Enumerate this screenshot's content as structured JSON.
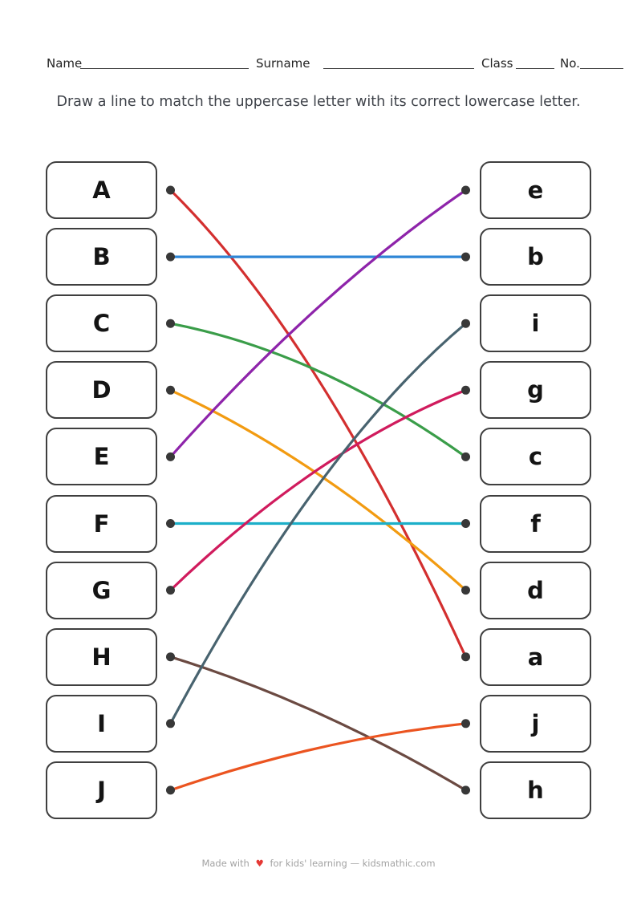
{
  "header": {
    "name_label": "Name",
    "surname_label": "Surname",
    "class_label": "Class",
    "no_label": "No."
  },
  "instruction": "Draw a line to match the uppercase letter with its correct lowercase letter.",
  "matching": {
    "left_items": [
      "A",
      "B",
      "C",
      "D",
      "E",
      "F",
      "G",
      "H",
      "I",
      "J"
    ],
    "right_items": [
      "e",
      "b",
      "i",
      "g",
      "c",
      "f",
      "d",
      "a",
      "j",
      "h"
    ],
    "connections": [
      {
        "from": "A",
        "to": "a",
        "color": "#d32f2f",
        "bow": -110
      },
      {
        "from": "B",
        "to": "b",
        "color": "#2e86d6",
        "bow": 0
      },
      {
        "from": "C",
        "to": "c",
        "color": "#3a9d49",
        "bow": -48
      },
      {
        "from": "D",
        "to": "d",
        "color": "#f29b11",
        "bow": -40
      },
      {
        "from": "E",
        "to": "e",
        "color": "#8e24aa",
        "bow": -40
      },
      {
        "from": "F",
        "to": "f",
        "color": "#1cafc9",
        "bow": 0
      },
      {
        "from": "G",
        "to": "g",
        "color": "#d01b5d",
        "bow": -52
      },
      {
        "from": "H",
        "to": "h",
        "color": "#6b4a42",
        "bow": -26
      },
      {
        "from": "I",
        "to": "i",
        "color": "#48636f",
        "bow": -95
      },
      {
        "from": "J",
        "to": "j",
        "color": "#eb5420",
        "bow": -22
      }
    ],
    "dot_color": "#383838"
  },
  "footer": {
    "text_before_heart": "Made with",
    "heart": "♥",
    "text_after_heart": "for kids' learning — kidsmathic.com",
    "heart_color": "#e53935"
  }
}
